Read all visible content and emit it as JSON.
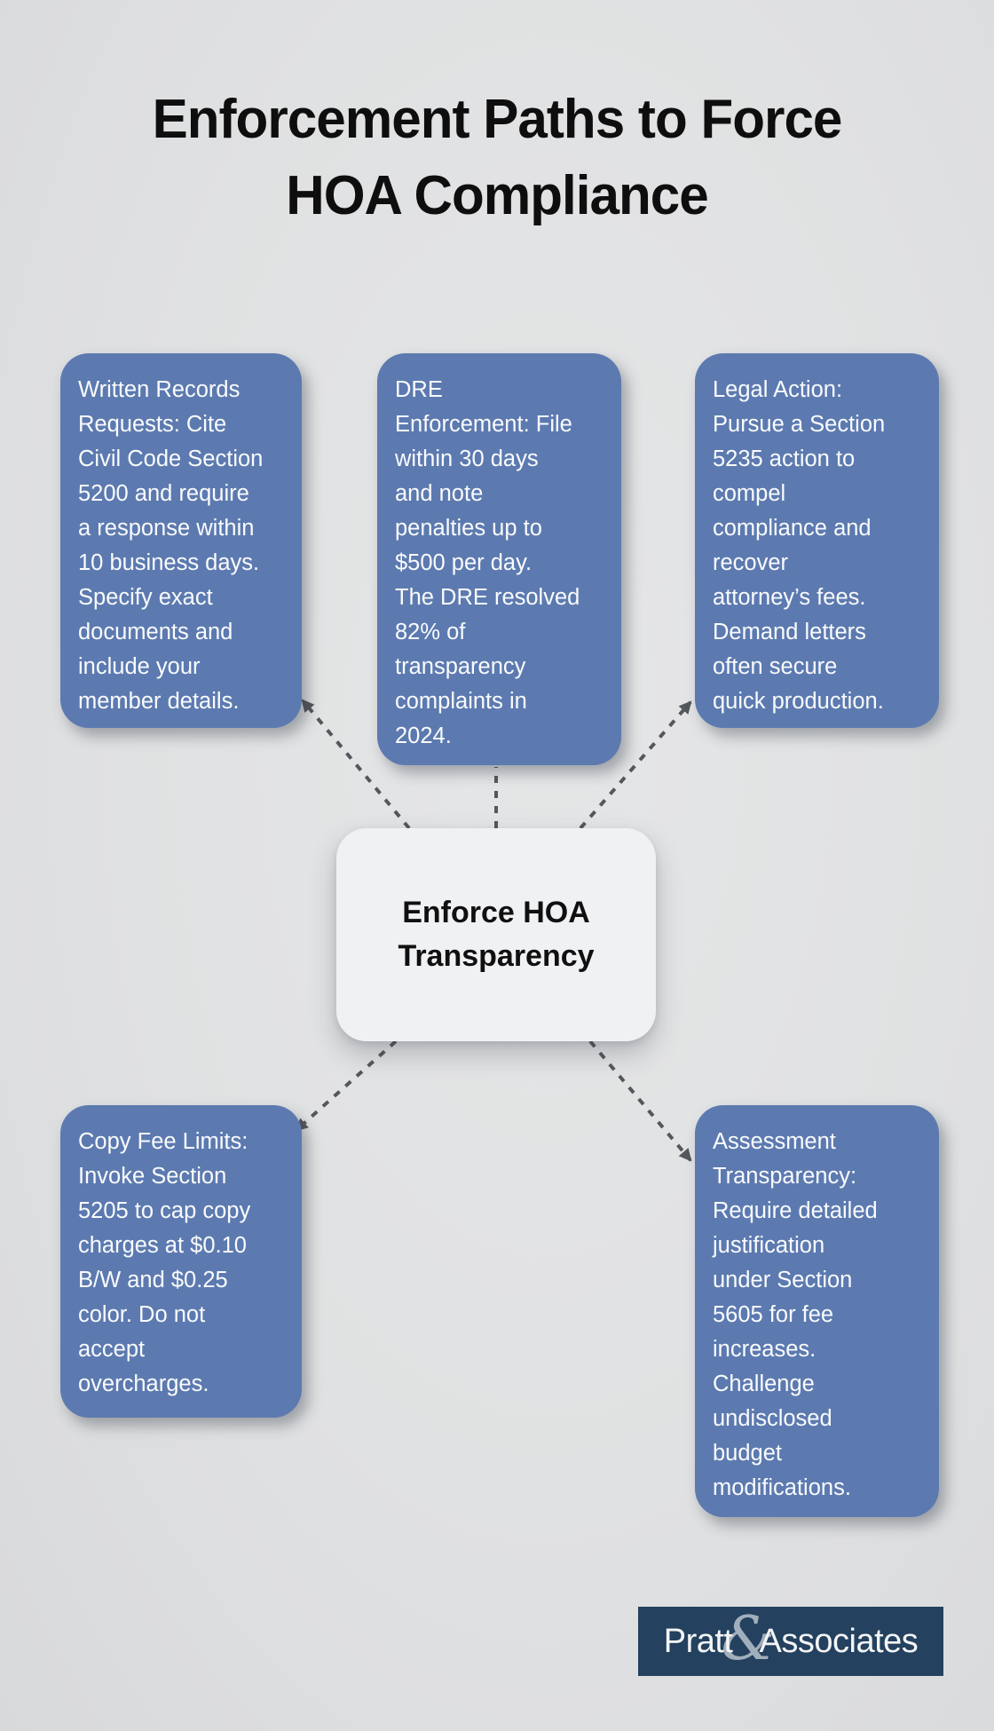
{
  "title": {
    "text": "Enforcement Paths to Force\nHOA Compliance"
  },
  "center": {
    "label": "Enforce HOA\nTransparency"
  },
  "branches": [
    {
      "id": "written-records-requests",
      "text": "Written Records\nRequests: Cite\nCivil Code Section\n5200 and require\na response within\n10 business days.\nSpecify exact\ndocuments and\ninclude your\nmember details."
    },
    {
      "id": "dre-enforcement",
      "text": "DRE\nEnforcement: File\nwithin 30 days\nand note\npenalties up to\n$500 per day.\nThe DRE resolved\n82% of\ntransparency\ncomplaints in\n2024."
    },
    {
      "id": "legal-action",
      "text": "Legal Action:\nPursue a Section\n5235 action to\ncompel\ncompliance and\nrecover\nattorney’s fees.\nDemand letters\noften secure\nquick production."
    },
    {
      "id": "copy-fee-limits",
      "text": "Copy Fee Limits:\nInvoke Section\n5205 to cap copy\ncharges at $0.10\nB/W and $0.25\ncolor. Do not\naccept\novercharges."
    },
    {
      "id": "assessment-transparency",
      "text": "Assessment\nTransparency:\nRequire detailed\njustification\nunder Section\n5605 for fee\nincreases.\nChallenge\nundisclosed\nbudget\nmodifications."
    }
  ],
  "logo": {
    "name_left": "Pratt",
    "ampersand": "&",
    "name_right": "Associates"
  },
  "colors": {
    "background": "#e0e1e2",
    "branch_fill": "#5c7ab0",
    "branch_text": "#fafbfc",
    "center_fill": "#f0f1f3",
    "center_text": "#101011",
    "connector": "#54575b",
    "title_text": "#0e0e0f",
    "logo_background": "#24415f",
    "logo_text": "#f4f5f6"
  }
}
